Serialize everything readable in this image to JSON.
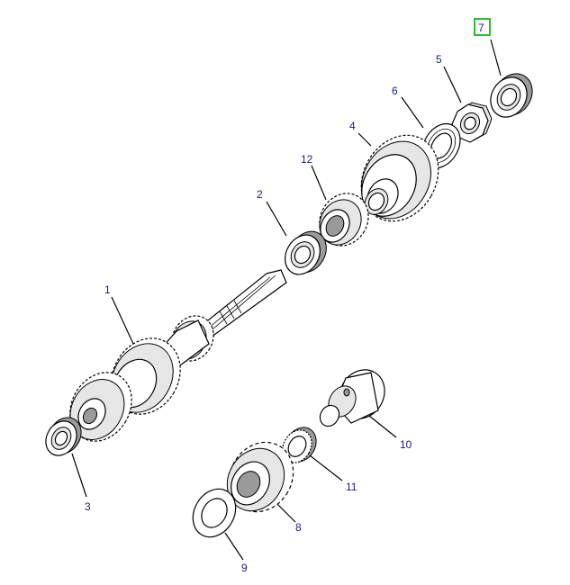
{
  "diagram": {
    "highlight_color": "#2bbd2b",
    "callout_color": "#1a1a8c",
    "selected_callout": "7",
    "callouts": {
      "c1": "1",
      "c2": "2",
      "c3": "3",
      "c4": "4",
      "c5": "5",
      "c6": "6",
      "c7": "7",
      "c8": "8",
      "c9": "9",
      "c10": "10",
      "c11": "11",
      "c12": "12"
    },
    "parts": [
      {
        "id": "1",
        "icon": "input-shaft-gear-cluster"
      },
      {
        "id": "2",
        "icon": "roller-bearing"
      },
      {
        "id": "3",
        "icon": "bearing-cone"
      },
      {
        "id": "4",
        "icon": "helical-gear-large"
      },
      {
        "id": "5",
        "icon": "hex-nut"
      },
      {
        "id": "6",
        "icon": "lock-washer"
      },
      {
        "id": "7",
        "icon": "bearing-cup"
      },
      {
        "id": "8",
        "icon": "spur-gear"
      },
      {
        "id": "9",
        "icon": "thrust-washer"
      },
      {
        "id": "10",
        "icon": "stub-shaft"
      },
      {
        "id": "11",
        "icon": "needle-bearing"
      },
      {
        "id": "12",
        "icon": "helical-gear-small"
      }
    ]
  }
}
